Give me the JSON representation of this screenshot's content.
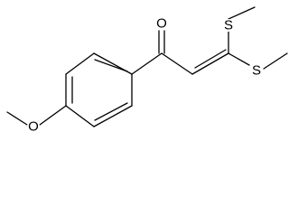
{
  "structure": {
    "atoms": {
      "carbonyl_oxygen": "O",
      "thio_1": "S",
      "thio_2": "S",
      "methoxy_oxygen": "O"
    }
  }
}
